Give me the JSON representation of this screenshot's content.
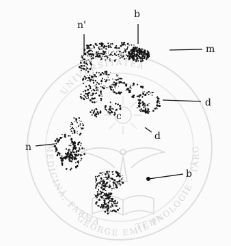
{
  "figure": {
    "labels": {
      "n_prime": "n'",
      "b_top": "b",
      "m": "m",
      "d_right": "d",
      "c": "c",
      "d_center": "d",
      "n_left": "n",
      "b_lower": "b"
    },
    "watermark": {
      "arc_top": "UNIVERSITATEA",
      "arc_left": "MEDICINĂ, FARMACIE",
      "arc_right": "TEHNOLOGIE · TÂRGU MUREȘ",
      "arc_bottom": "GEORGE EMIL PALADE"
    },
    "colors": {
      "ink": "#111111",
      "watermark": "#d6d6d6"
    }
  }
}
